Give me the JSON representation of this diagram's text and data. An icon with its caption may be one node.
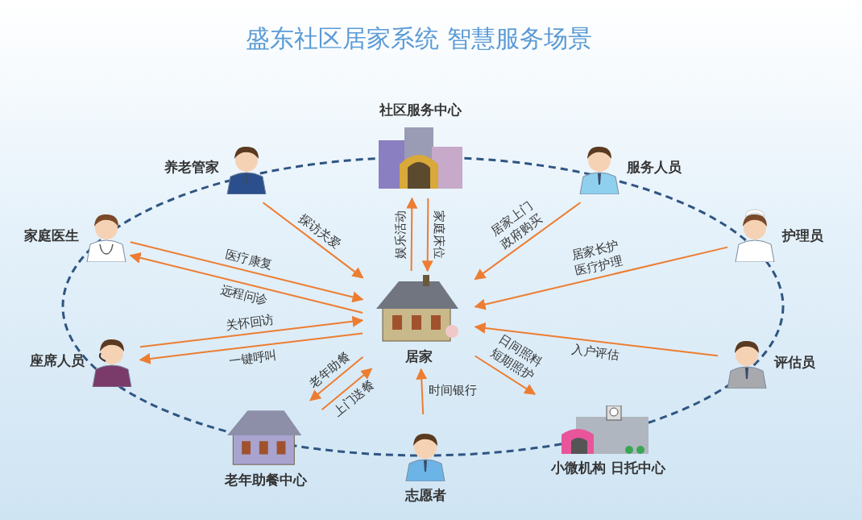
{
  "diagram": {
    "title": "盛东社区居家系统 智慧服务场景",
    "nodes": [
      {
        "text": [
          "社区服务中心"
        ]
      },
      {
        "text": [
          "养老管家"
        ]
      },
      {
        "text": [
          "服务人员"
        ]
      },
      {
        "text": [
          "家庭医生"
        ]
      },
      {
        "text": [
          "护理员"
        ]
      },
      {
        "text": [
          "居家"
        ]
      },
      {
        "text": [
          "座席人员"
        ]
      },
      {
        "text": [
          "评估员"
        ]
      },
      {
        "text": [
          "老年助餐中心"
        ]
      },
      {
        "text": [
          "志愿者"
        ]
      },
      {
        "text": [
          "小微机构 日托中心"
        ]
      }
    ],
    "edges": [
      {
        "from": 1,
        "to": 5,
        "arrow": "to",
        "label": "探访关爱"
      },
      {
        "from": 5,
        "to": 0,
        "arrow": "to",
        "label": "娱乐活动"
      },
      {
        "from": 0,
        "to": 5,
        "arrow": "to",
        "label": "家庭床位"
      },
      {
        "from": 2,
        "to": 5,
        "arrow": "to",
        "label": "居家上门政府购买"
      },
      {
        "from": 3,
        "to": 5,
        "arrow": "to",
        "label": "医疗康复"
      },
      {
        "from": 5,
        "to": 3,
        "arrow": "to",
        "label": "远程问诊"
      },
      {
        "from": 4,
        "to": 5,
        "arrow": "to",
        "label": "居家长护医疗护理"
      },
      {
        "from": 6,
        "to": 5,
        "arrow": "to",
        "label": "关怀回访"
      },
      {
        "from": 5,
        "to": 6,
        "arrow": "to",
        "label": "一键呼叫"
      },
      {
        "from": 7,
        "to": 5,
        "arrow": "to",
        "label": "入户评估"
      },
      {
        "from": 5,
        "to": 8,
        "arrow": "to",
        "label": "老年助餐"
      },
      {
        "from": 8,
        "to": 5,
        "arrow": "to",
        "label": "上门送餐"
      },
      {
        "from": 5,
        "to": 10,
        "arrow": "to",
        "label": "日间照料短期照护"
      },
      {
        "from": 9,
        "to": 5,
        "arrow": "to",
        "label": "时间银行"
      }
    ]
  }
}
